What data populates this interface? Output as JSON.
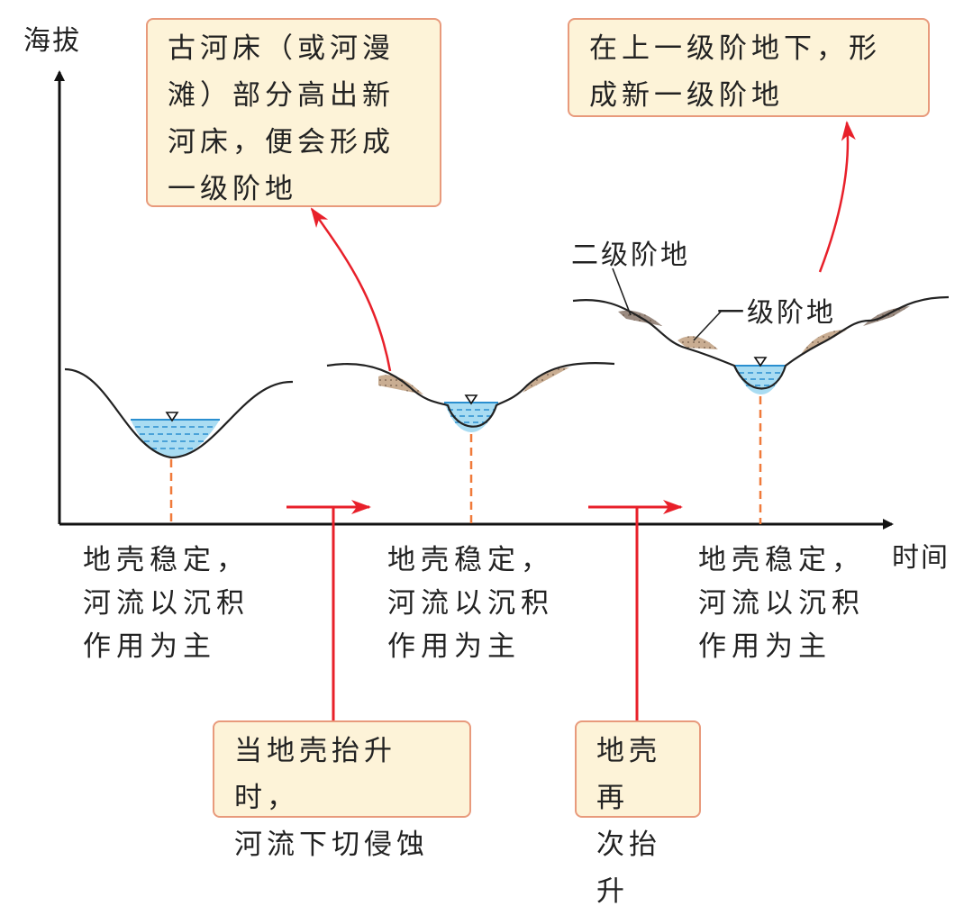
{
  "axes": {
    "y_label": "海拔",
    "x_label": "时间"
  },
  "stages": [
    {
      "caption": "地壳稳定，\n河流以沉积\n作用为主"
    },
    {
      "caption": "地壳稳定，\n河流以沉积\n作用为主"
    },
    {
      "caption": "地壳稳定，\n河流以沉积\n作用为主"
    }
  ],
  "notes": {
    "first_terrace": "古河床（或河漫\n滩）部分高出新\n河床，便会形成\n一级阶地",
    "second_terrace": "在上一级阶地下，形\n成新一级阶地",
    "uplift_1": "当地壳抬升时，\n河流下切侵蚀",
    "uplift_2": "地壳再\n次抬升"
  },
  "labels": {
    "level_2": "二级阶地",
    "level_1": "一级阶地"
  },
  "colors": {
    "callout_fill": "#fdf3d8",
    "callout_border": "#e89a7c",
    "arrow_red": "#e8202a",
    "dashed_orange": "#f07a3a",
    "water_blue": "#a9dcf2",
    "terrace_deposit": "#c9ad92",
    "old_terrace": "#9a8a80"
  }
}
